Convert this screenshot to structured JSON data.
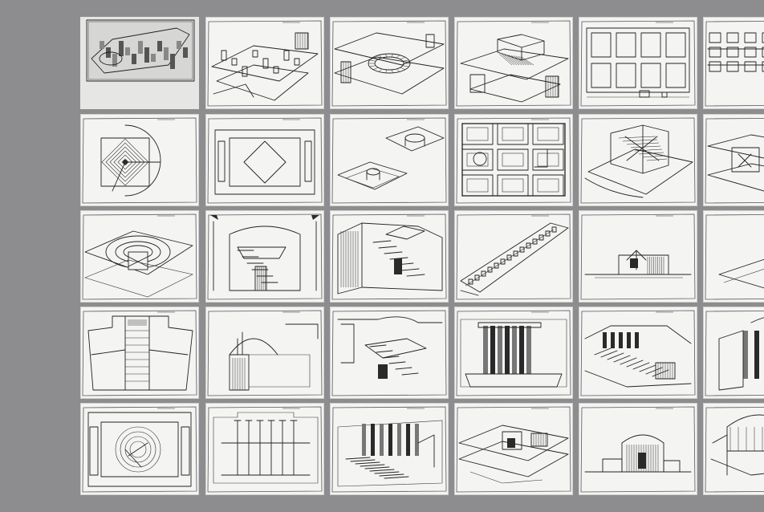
{
  "board": {
    "background_color": "#8d8d8f",
    "sheet_color": "#f4f4f3",
    "ink_color": "#222222"
  },
  "grid": {
    "rows": 5,
    "columns_visible": 6,
    "sheets": [
      [
        "aerial-site-photo",
        "isometric-site-plan",
        "isometric-arena",
        "isometric-block-stage",
        "plan-grid-blocks",
        "plan-grid-partial"
      ],
      [
        "spiral-plan",
        "square-frame-plan",
        "isometric-ring-pavilion",
        "plan-nine-squares",
        "isometric-ramp-block",
        "isometric-partial-walls"
      ],
      [
        "isometric-arena-ring",
        "section-cave-stairs",
        "isometric-stair-cut",
        "isometric-long-strip",
        "section-low-pavilion",
        "isometric-partial-ring"
      ],
      [
        "section-tower-cave",
        "section-dome-hall",
        "section-stair-cave",
        "section-colonnade",
        "isometric-stepped-terrace",
        "isometric-partial-colonnade"
      ],
      [
        "labyrinth-plan",
        "elevation-columns",
        "isometric-column-hall",
        "isometric-courtyard",
        "elevation-vault-pavilion",
        "isometric-partial-vault"
      ]
    ]
  }
}
